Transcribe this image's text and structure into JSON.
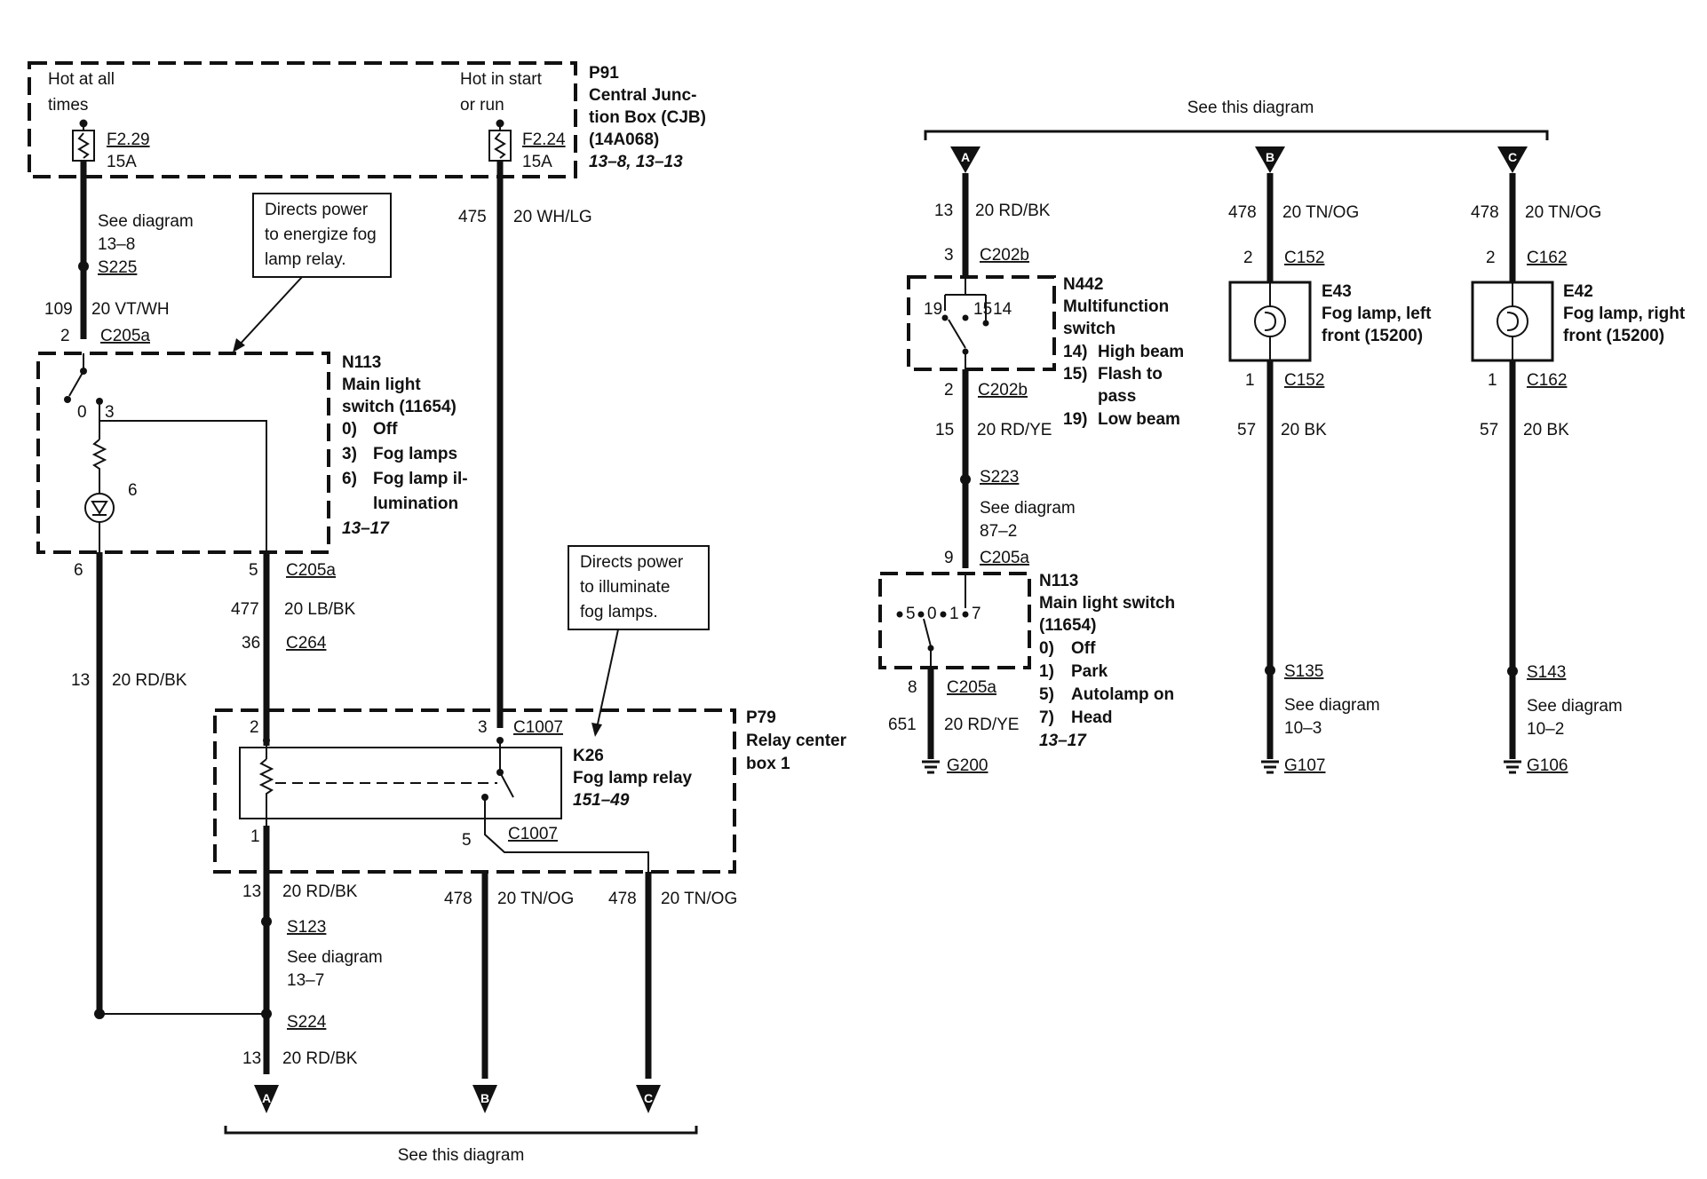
{
  "left": {
    "p91": {
      "ref": "P91",
      "name_1": "Central Junc-",
      "name_2": "tion Box (CJB)",
      "part": "(14A068)",
      "pages": "13–8, 13–13"
    },
    "hot_always_1": "Hot at all",
    "hot_always_2": "times",
    "hot_start_1": "Hot in start",
    "hot_start_2": "or run",
    "fuse1_id": "F2.29",
    "fuse1_amp": "15A",
    "fuse2_id": "F2.24",
    "fuse2_amp": "15A",
    "see_diagram_1": "See diagram",
    "see_diagram_1_ref": "13–8",
    "splice_s225": "S225",
    "wire_109_num": "109",
    "wire_109_spec": "20 VT/WH",
    "c205a_pin2": "2",
    "c205a_label_top": "C205a",
    "callout1_1": "Directs power",
    "callout1_2": "to energize fog",
    "callout1_3": "lamp relay.",
    "wire_475_num": "475",
    "wire_475_spec": "20 WH/LG",
    "n113": {
      "ref": "N113",
      "name_1": "Main light",
      "name_2": "switch (11654)",
      "pos0": "0)",
      "pos0_label": "Off",
      "pos3": "3)",
      "pos3_label": "Fog lamps",
      "pos6": "6)",
      "pos6_label_1": "Fog lamp il-",
      "pos6_label_2": "lumination",
      "page": "13–17"
    },
    "n113_contact0": "0",
    "n113_contact3": "3",
    "n113_lamp6": "6",
    "pin6": "6",
    "pin5": "5",
    "c205a_label_bottom": "C205a",
    "wire_477_num": "477",
    "wire_477_spec": "20 LB/BK",
    "pin36": "36",
    "c264": "C264",
    "wire_13_num": "13",
    "wire_13_spec": "20 RD/BK",
    "callout2_1": "Directs power",
    "callout2_2": "to illuminate",
    "callout2_3": "fog lamps.",
    "p79": {
      "ref": "P79",
      "name_1": "Relay center",
      "name_2": "box 1"
    },
    "k26": {
      "ref": "K26",
      "name": "Fog lamp relay",
      "page": "151–49"
    },
    "relay_pin2": "2",
    "relay_pin3": "3",
    "relay_pin1": "1",
    "relay_pin5": "5",
    "c1007_top": "C1007",
    "c1007_bottom": "C1007",
    "wire_13b_num": "13",
    "wire_13b_spec": "20 RD/BK",
    "wire_478a_num": "478",
    "wire_478a_spec": "20 TN/OG",
    "wire_478b_num": "478",
    "wire_478b_spec": "20 TN/OG",
    "splice_s123": "S123",
    "see_diagram_2": "See diagram",
    "see_diagram_2_ref": "13–7",
    "splice_s224": "S224",
    "wire_13c_num": "13",
    "wire_13c_spec": "20 RD/BK",
    "arrow_a": "A",
    "arrow_b": "B",
    "arrow_c": "C",
    "see_this_diagram": "See this diagram"
  },
  "right": {
    "see_this_diagram": "See this diagram",
    "arrow_a": "A",
    "arrow_b": "B",
    "arrow_c": "C",
    "colA": {
      "wire_13_num": "13",
      "wire_13_spec": "20 RD/BK",
      "pin3": "3",
      "c202b_top": "C202b",
      "n442": {
        "ref": "N442",
        "name_1": "Multifunction",
        "name_2": "switch",
        "p14": "14)",
        "p14_label": "High beam",
        "p15": "15)",
        "p15_label_1": "Flash to",
        "p15_label_2": "pass",
        "p19": "19)",
        "p19_label": "Low beam"
      },
      "sw_19": "19",
      "sw_15": "15",
      "sw_14": "14",
      "pin2": "2",
      "c202b_bottom": "C202b",
      "wire_15_num": "15",
      "wire_15_spec": "20 RD/YE",
      "splice_s223": "S223",
      "see_diagram": "See diagram",
      "see_diagram_ref": "87–2",
      "pin9": "9",
      "c205a_top": "C205a",
      "n113": {
        "ref": "N113",
        "name_1": "Main light switch",
        "name_2": "(11654)",
        "p0": "0)",
        "p0_label": "Off",
        "p1": "1)",
        "p1_label": "Park",
        "p5": "5)",
        "p5_label": "Autolamp on",
        "p7": "7)",
        "p7_label": "Head",
        "page": "13–17"
      },
      "sw_5": "5",
      "sw_0": "0",
      "sw_1": "1",
      "sw_7": "7",
      "pin8": "8",
      "c205a_bottom": "C205a",
      "wire_651_num": "651",
      "wire_651_spec": "20 RD/YE",
      "ground": "G200"
    },
    "colB": {
      "wire_478_num": "478",
      "wire_478_spec": "20 TN/OG",
      "pin2": "2",
      "conn_top": "C152",
      "lamp": {
        "ref": "E43",
        "name_1": "Fog lamp, left",
        "name_2": "front (15200)"
      },
      "pin1": "1",
      "conn_bottom": "C152",
      "wire_57_num": "57",
      "wire_57_spec": "20 BK",
      "splice": "S135",
      "see_diagram": "See diagram",
      "see_diagram_ref": "10–3",
      "ground": "G107"
    },
    "colC": {
      "wire_478_num": "478",
      "wire_478_spec": "20 TN/OG",
      "pin2": "2",
      "conn_top": "C162",
      "lamp": {
        "ref": "E42",
        "name_1": "Fog lamp, right",
        "name_2": "front (15200)"
      },
      "pin1": "1",
      "conn_bottom": "C162",
      "wire_57_num": "57",
      "wire_57_spec": "20 BK",
      "splice": "S143",
      "see_diagram": "See diagram",
      "see_diagram_ref": "10–2",
      "ground": "G106"
    }
  }
}
